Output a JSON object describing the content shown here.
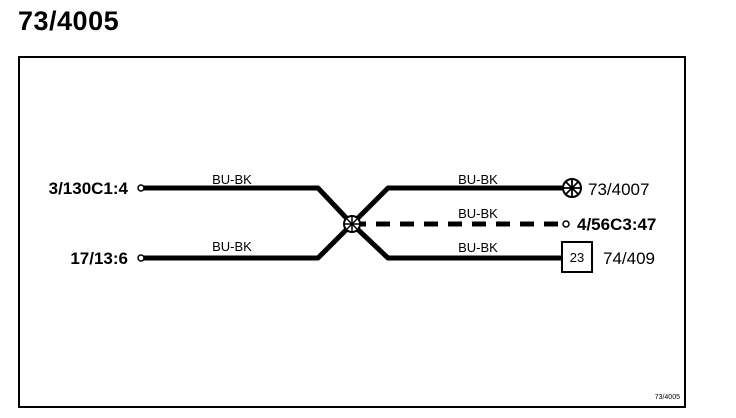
{
  "title": "73/4005",
  "connections": {
    "left_top": "3/130C1:4",
    "left_bottom": "17/13:6",
    "right_top": "73/4007",
    "right_middle": "4/56C3:47",
    "right_bottom": "74/409"
  },
  "wires": {
    "left_top": "BU-BK",
    "left_bottom": "BU-BK",
    "right_top": "BU-BK",
    "right_middle": "BU-BK",
    "right_bottom": "BU-BK"
  },
  "component_box": "23",
  "figure_ref": "73/4005",
  "symbols": {
    "splice": "splice-icon",
    "ground": "ground-icon",
    "terminal": "terminal-icon"
  }
}
